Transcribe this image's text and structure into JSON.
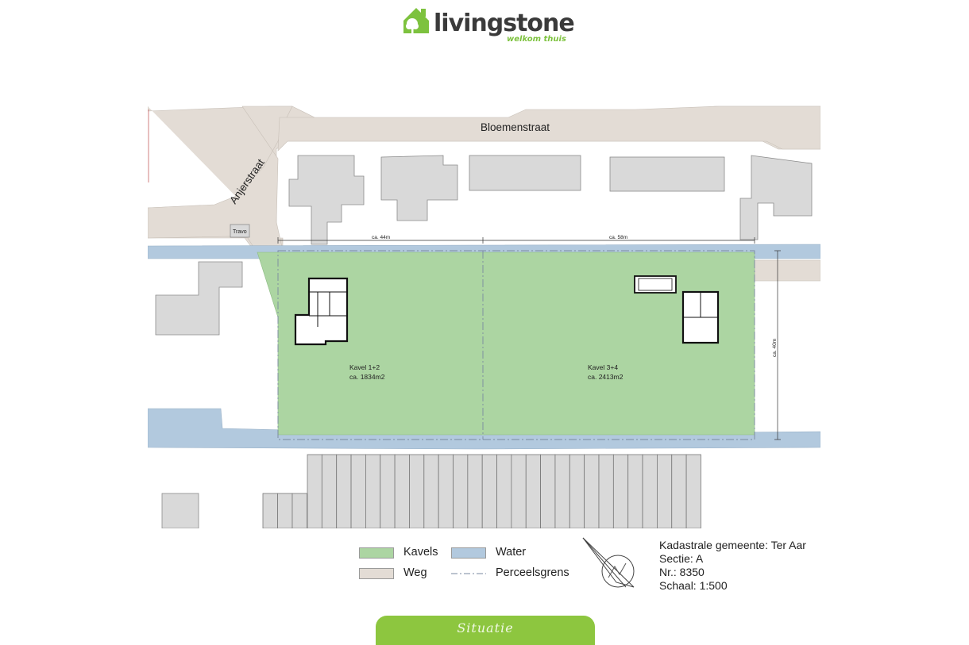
{
  "brand": {
    "name": "livingstone",
    "tagline": "welkom thuis",
    "accent": "#7dc23e",
    "text_color": "#3a3a3a"
  },
  "colors": {
    "kavels": "#acd5a2",
    "water": "#b2c9de",
    "weg": "#e3dcd5",
    "building": "#d9d9d9",
    "footer": "#8dc63f"
  },
  "map": {
    "streets": [
      "Bloemenstraat",
      "Anjerstraat"
    ],
    "utility_label": "Travo",
    "dimensions": [
      "ca. 44m",
      "ca. 58m",
      "ca. 40m"
    ],
    "lots": [
      {
        "name": "Kavel 1+2",
        "area": "ca. 1834m2"
      },
      {
        "name": "Kavel 3+4",
        "area": "ca. 2413m2"
      }
    ]
  },
  "legend": {
    "kavels": "Kavels",
    "water": "Water",
    "weg": "Weg",
    "perceelsgrens": "Perceelsgrens"
  },
  "compass_icon": "north-arrow-icon",
  "cadastral": {
    "gemeente": "Kadastrale gemeente: Ter Aar",
    "sectie": "Sectie: A",
    "nr": "Nr.: 8350",
    "schaal": "Schaal: 1:500"
  },
  "footer": {
    "label": "Situatie"
  }
}
